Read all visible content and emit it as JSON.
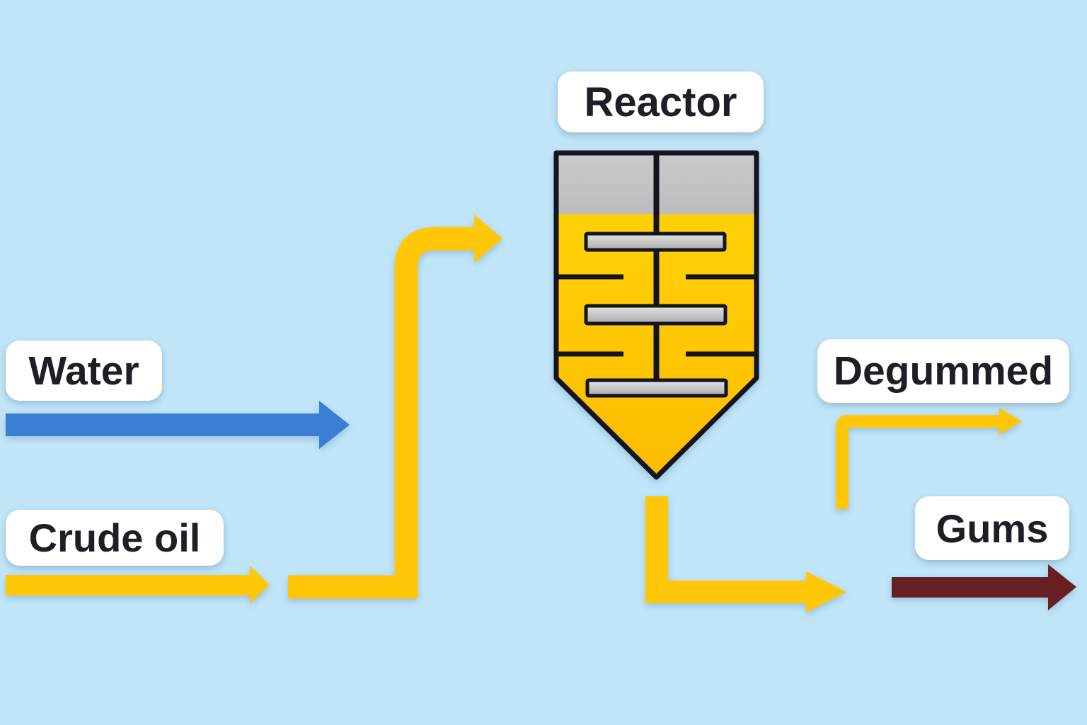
{
  "labels": {
    "reactor": "Reactor",
    "water": "Water",
    "crude_oil": "Crude oil",
    "degummed": "Degummed",
    "gums": "Gums"
  },
  "colors": {
    "background": "#c1e5f8",
    "water_stream": "#3a7ed3",
    "oil_stream": "#ffc708",
    "gums_stream": "#662024",
    "vessel_outline": "#14141d",
    "vessel_headspace": "#c4c4c6",
    "vessel_liquid_top": "#ffd60a",
    "vessel_liquid_bottom": "#fcbc00",
    "baffle_plate_light": "#dedede",
    "baffle_plate_dark": "#aaaaaa",
    "label_background": "#ffffff",
    "label_text": "#1d1f26"
  },
  "streams": [
    {
      "name": "Water",
      "direction": "input",
      "color": "#3a7ed3"
    },
    {
      "name": "Crude oil",
      "direction": "input",
      "color": "#ffc708"
    },
    {
      "name": "Degummed",
      "direction": "output",
      "color": "#ffc708"
    },
    {
      "name": "Gums",
      "direction": "output",
      "color": "#662024"
    }
  ],
  "equipment": [
    {
      "name": "Reactor",
      "type": "baffled mixing vessel with conical bottom"
    }
  ]
}
